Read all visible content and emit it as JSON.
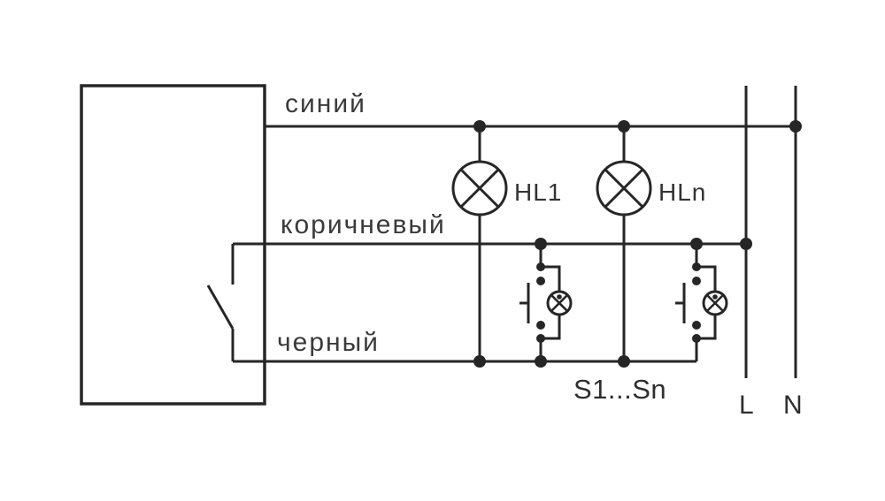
{
  "diagram": {
    "colors": {
      "line": "#262626",
      "text": "#333333",
      "background": "#ffffff"
    },
    "wire_labels": {
      "blue": "синий",
      "brown": "коричневый",
      "black": "черный"
    },
    "component_labels": {
      "lamp_first": "HL1",
      "lamp_last": "HLn",
      "switch_group": "S1...Sn",
      "line_terminal": "L",
      "neutral_terminal": "N"
    }
  }
}
